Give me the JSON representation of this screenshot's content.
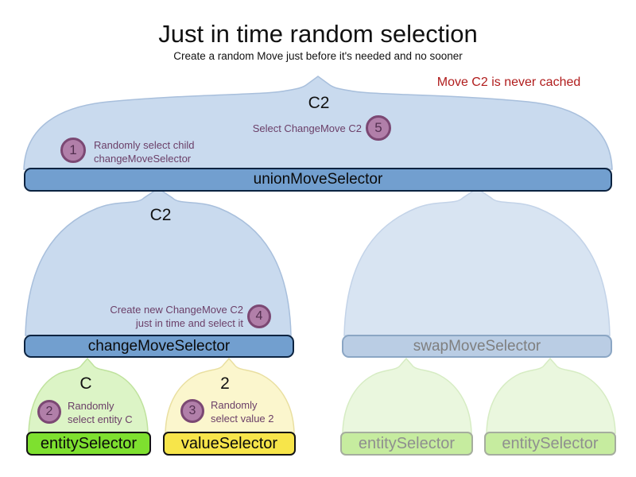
{
  "title": "Just in time random selection",
  "subtitle": "Create a random Move just before it's needed and no sooner",
  "note": "Move C2 is never cached",
  "labels": {
    "union": "unionMoveSelector",
    "change": "changeMoveSelector",
    "swap": "swapMoveSelector",
    "entity": "entitySelector",
    "value": "valueSelector",
    "entity_faded_left": "entitySelector",
    "entity_faded_right": "entitySelector"
  },
  "moves": {
    "union_output": "C2",
    "change_output": "C2",
    "entity_output": "C",
    "value_output": "2"
  },
  "steps": {
    "s1": {
      "num": "1",
      "line1": "Randomly select child",
      "line2": "changeMoveSelector"
    },
    "s2": {
      "num": "2",
      "line1": "Randomly",
      "line2": "select entity C"
    },
    "s3": {
      "num": "3",
      "line1": "Randomly",
      "line2": "select value 2"
    },
    "s4": {
      "num": "4",
      "line1": "Create new ChangeMove C2",
      "line2": "just in time and select it"
    },
    "s5": {
      "num": "5",
      "line1": "Select ChangeMove C2"
    }
  },
  "colors": {
    "funnel_blue": "#c9daee",
    "funnel_blue_faded": "#d8e4f2",
    "bar_blue": "#729fcf",
    "bar_blue_faded": "#bacde4",
    "funnel_green": "#dcf4c6",
    "funnel_green_faded": "#eaf7de",
    "bar_green": "#7ee02f",
    "bar_green_faded": "#c6ec9f",
    "funnel_yellow": "#fbf6cd",
    "bar_yellow": "#f7e54a",
    "step_purple": "#6b3f68",
    "circle_fill": "#b17fa9",
    "circle_border": "#7b4873",
    "note_red": "#b01c1c"
  }
}
